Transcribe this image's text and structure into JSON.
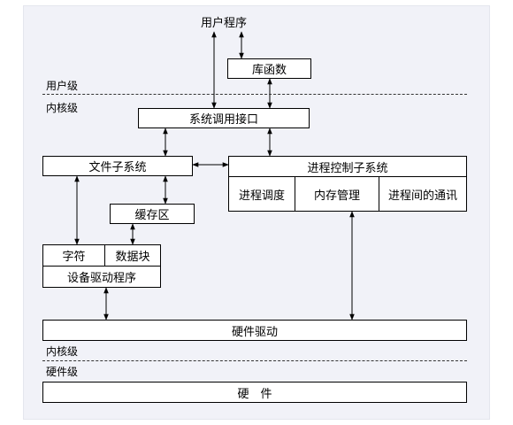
{
  "diagram": {
    "user_program": "用户程序",
    "lib_functions": "库函数",
    "level_user": "用户级",
    "level_kernel_top": "内核级",
    "syscall_interface": "系统调用接口",
    "file_subsystem": "文件子系统",
    "process_control": "进程控制子系统",
    "scheduler": "进程调度",
    "memory_mgmt": "内存管理",
    "ipc": "进程间的通讯",
    "buffer_cache": "缓存区",
    "char_dev": "字符",
    "block_dev": "数据块",
    "device_drivers": "设备驱动程序",
    "hardware_driver": "硬件驱动",
    "level_kernel_bottom": "内核级",
    "level_hardware": "硬件级",
    "hardware": "硬　件",
    "colors": {
      "panel_bg": "#f1f2f8",
      "box_fill": "#ffffff",
      "line": "#000000"
    }
  }
}
